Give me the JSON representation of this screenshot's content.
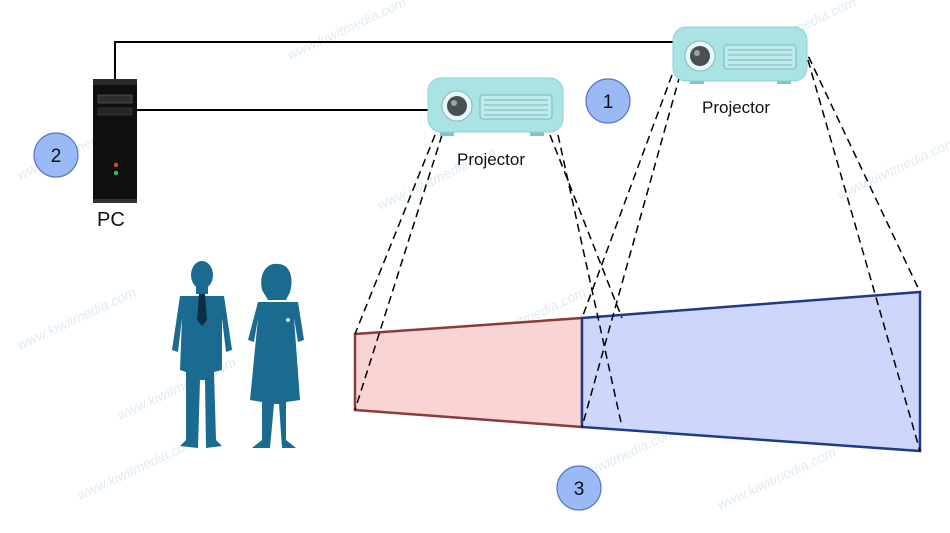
{
  "labels": {
    "projector_1": "Projector",
    "projector_2": "Projector",
    "pc": "PC"
  },
  "badges": {
    "one": "1",
    "two": "2",
    "three": "3"
  },
  "watermark": "www.kiwitmedia.com",
  "colors": {
    "projector_body": "#a9e3e3",
    "projector_outline": "#7fc6c6",
    "badge_fill": "#9ab9f5",
    "badge_stroke": "#5577cc",
    "red_screen_fill": "#f8d4d4",
    "red_screen_stroke": "#8c3a3a",
    "blue_screen_fill": "#cfd6fb",
    "blue_screen_stroke": "#1f3a8a",
    "people": "#1b6a8f",
    "cable": "#000000"
  }
}
